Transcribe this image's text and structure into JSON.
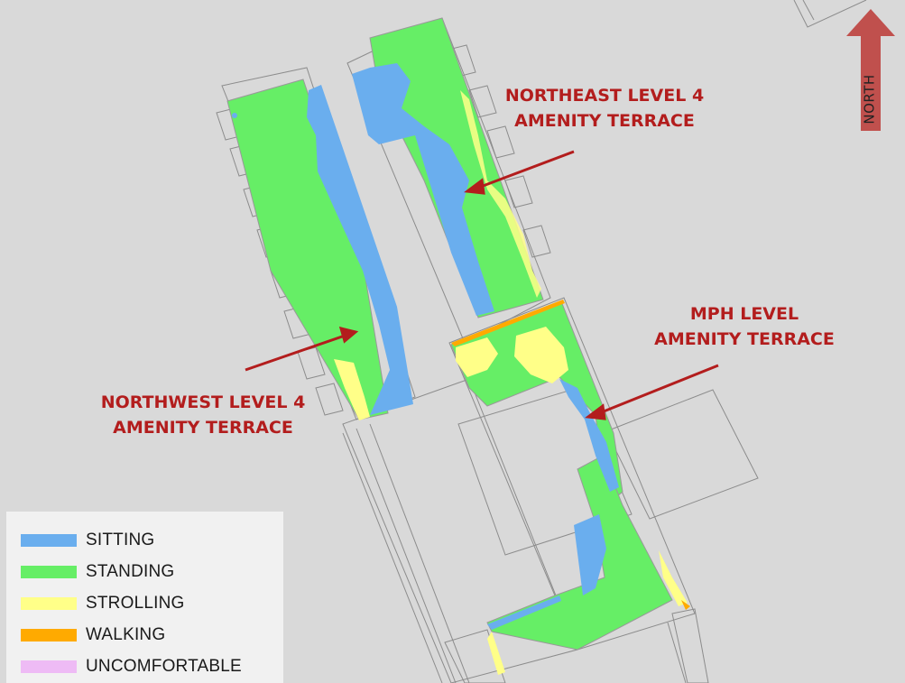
{
  "labels": {
    "northeast": {
      "line1": "NORTHEAST LEVEL 4",
      "line2": "AMENITY TERRACE"
    },
    "northwest": {
      "line1": "NORTHWEST LEVEL 4",
      "line2": "AMENITY TERRACE"
    },
    "mph": {
      "line1": "MPH LEVEL",
      "line2": "AMENITY TERRACE"
    }
  },
  "north_arrow": {
    "label": "NORTH",
    "color": "#c0504d"
  },
  "legend": [
    {
      "label": "SITTING",
      "color": "#6aaeee"
    },
    {
      "label": "STANDING",
      "color": "#66ee66"
    },
    {
      "label": "STROLLING",
      "color": "#ffff88"
    },
    {
      "label": "WALKING",
      "color": "#ffaa00"
    },
    {
      "label": "UNCOMFORTABLE",
      "color": "#eebbf5"
    }
  ],
  "colors": {
    "background": "#d9d9d9",
    "building_outline": "#8c8c8c",
    "arrow": "#b31d1d"
  }
}
